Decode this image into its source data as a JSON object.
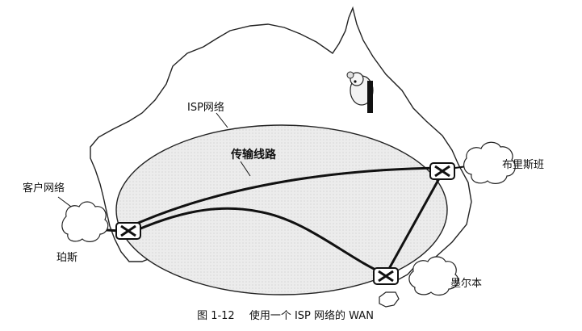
{
  "diagram": {
    "labels": {
      "isp_network": "ISP网络",
      "transmission_line": "传输线路",
      "customer_network": "客户网络",
      "perth": "珀斯",
      "brisbane": "布里斯班",
      "melbourne": "墨尔本"
    },
    "caption": {
      "figure_number": "图 1-12",
      "text": "使用一个 ISP 网络的 WAN"
    }
  }
}
